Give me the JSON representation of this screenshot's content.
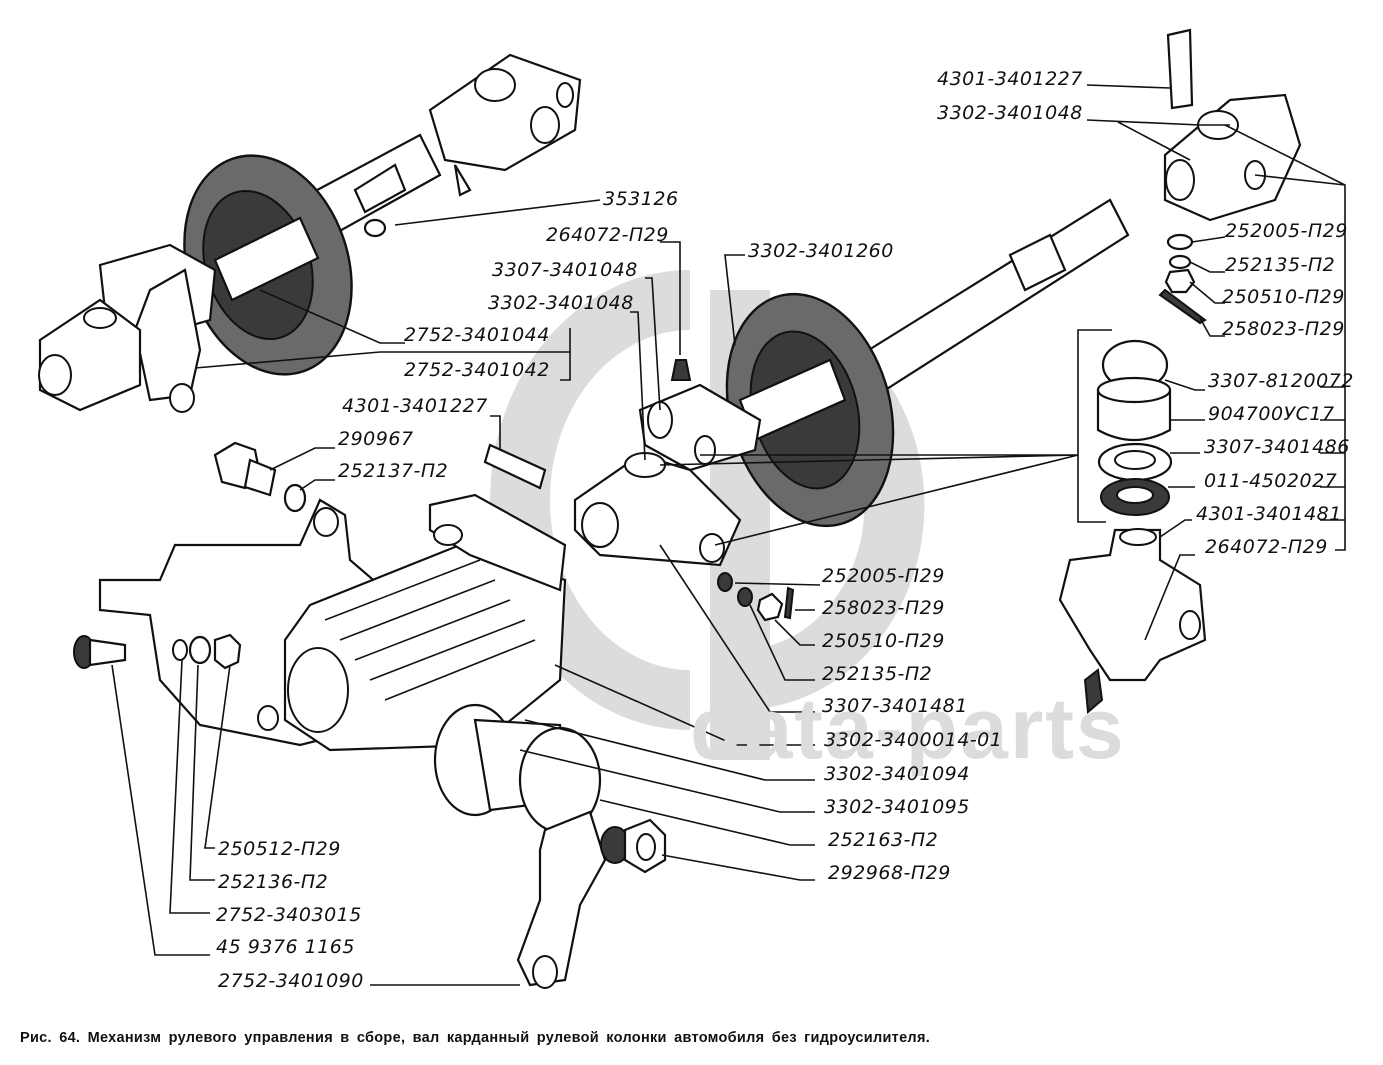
{
  "figure": {
    "caption": "Рис. 64. Механизм рулевого управления в сборе, вал карданный рулевой колонки автомобиля без гидроусилителя.",
    "watermark": "data-parts",
    "watermark_color": "#dcdcdc",
    "line_color": "#111111"
  },
  "labels": {
    "l01": "4301-3401227",
    "l02": "3302-3401048",
    "l03": "252005-П29",
    "l04": "252135-П2",
    "l05": "250510-П29",
    "l06": "258023-П29",
    "l07": "3307-8120072",
    "l08": "904700УС17",
    "l09": "3307-3401486",
    "l10": "011-4502027",
    "l11": "4301-3401481",
    "l12": "264072-П29",
    "l13": "353126",
    "l14": "264072-П29",
    "l15": "3307-3401048",
    "l16": "3302-3401048",
    "l17": "3302-3401260",
    "l18": "2752-3401044",
    "l19": "2752-3401042",
    "l20": "4301-3401227",
    "l21": "290967",
    "l22": "252137-П2",
    "l23": "252005-П29",
    "l24": "258023-П29",
    "l25": "250510-П29",
    "l26": "252135-П2",
    "l27": "3307-3401481",
    "l28": "3302-3400014-01",
    "l29": "3302-3401094",
    "l30": "3302-3401095",
    "l31": "252163-П2",
    "l32": "292968-П29",
    "l33": "250512-П29",
    "l34": "252136-П2",
    "l35": "2752-3403015",
    "l36": "45 9376 1165",
    "l37": "2752-3401090"
  }
}
